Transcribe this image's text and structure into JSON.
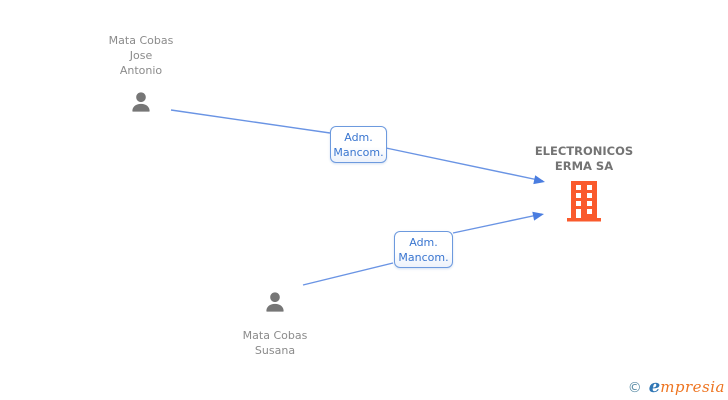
{
  "diagram": {
    "nodes": {
      "person_top": {
        "type": "person",
        "label_lines": [
          "Mata Cobas",
          "Jose",
          "Antonio"
        ]
      },
      "person_bottom": {
        "type": "person",
        "label_lines": [
          "Mata Cobas",
          "Susana"
        ]
      },
      "company": {
        "type": "company",
        "label_lines": [
          "ELECTRONICOS",
          "ERMA SA"
        ]
      }
    },
    "edges": [
      {
        "from": "person_top",
        "to": "company",
        "label_lines": [
          "Adm.",
          "Mancom."
        ]
      },
      {
        "from": "person_bottom",
        "to": "company",
        "label_lines": [
          "Adm.",
          "Mancom."
        ]
      }
    ],
    "icons": {
      "person": "person-silhouette-icon",
      "company": "building-icon",
      "arrow": "arrowhead-icon"
    },
    "colors": {
      "edge_line": "#6a94e4",
      "arrowhead": "#4a7de0",
      "edge_box_border": "#6d9ade",
      "edge_box_text": "#3a76d0",
      "person_icon": "#767676",
      "person_label": "#8b8b8b",
      "company_label": "#737373",
      "building_icon": "#fa5a2c"
    }
  },
  "footer": {
    "copyright_symbol": "©",
    "brand_first_letter": "e",
    "brand_rest": "mpresia"
  }
}
